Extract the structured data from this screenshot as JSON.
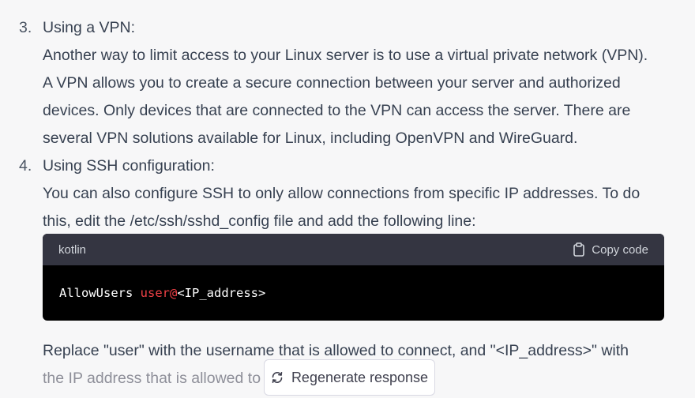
{
  "list": [
    {
      "number": "3.",
      "heading": "Using a VPN:",
      "body": [
        "Another way to limit access to your Linux server is to use a virtual private network (VPN).",
        "A VPN allows you to create a secure connection between your server and authorized",
        "devices. Only devices that are connected to the VPN can access the server. There are",
        "several VPN solutions available for Linux, including OpenVPN and WireGuard."
      ]
    },
    {
      "number": "4.",
      "heading": "Using SSH configuration:",
      "body": [
        "You can also configure SSH to only allow connections from specific IP addresses. To do",
        "this, edit the /etc/ssh/sshd_config file and add the following line:"
      ]
    }
  ],
  "code": {
    "language": "kotlin",
    "copy_label": "Copy code",
    "copy_icon": "clipboard-icon",
    "tokens": [
      {
        "text": "AllowUsers ",
        "color": "#ffffff"
      },
      {
        "text": "user@",
        "color": "#ef4146"
      },
      {
        "text": "<IP_address>",
        "color": "#ffffff"
      }
    ]
  },
  "after": {
    "line1": "Replace \"user\" with the username that is allowed to connect, and \"<IP_address>\" with",
    "line2_visible": "the IP address that is allowed to"
  },
  "regenerate": {
    "label": "Regenerate response",
    "icon": "refresh-icon"
  }
}
